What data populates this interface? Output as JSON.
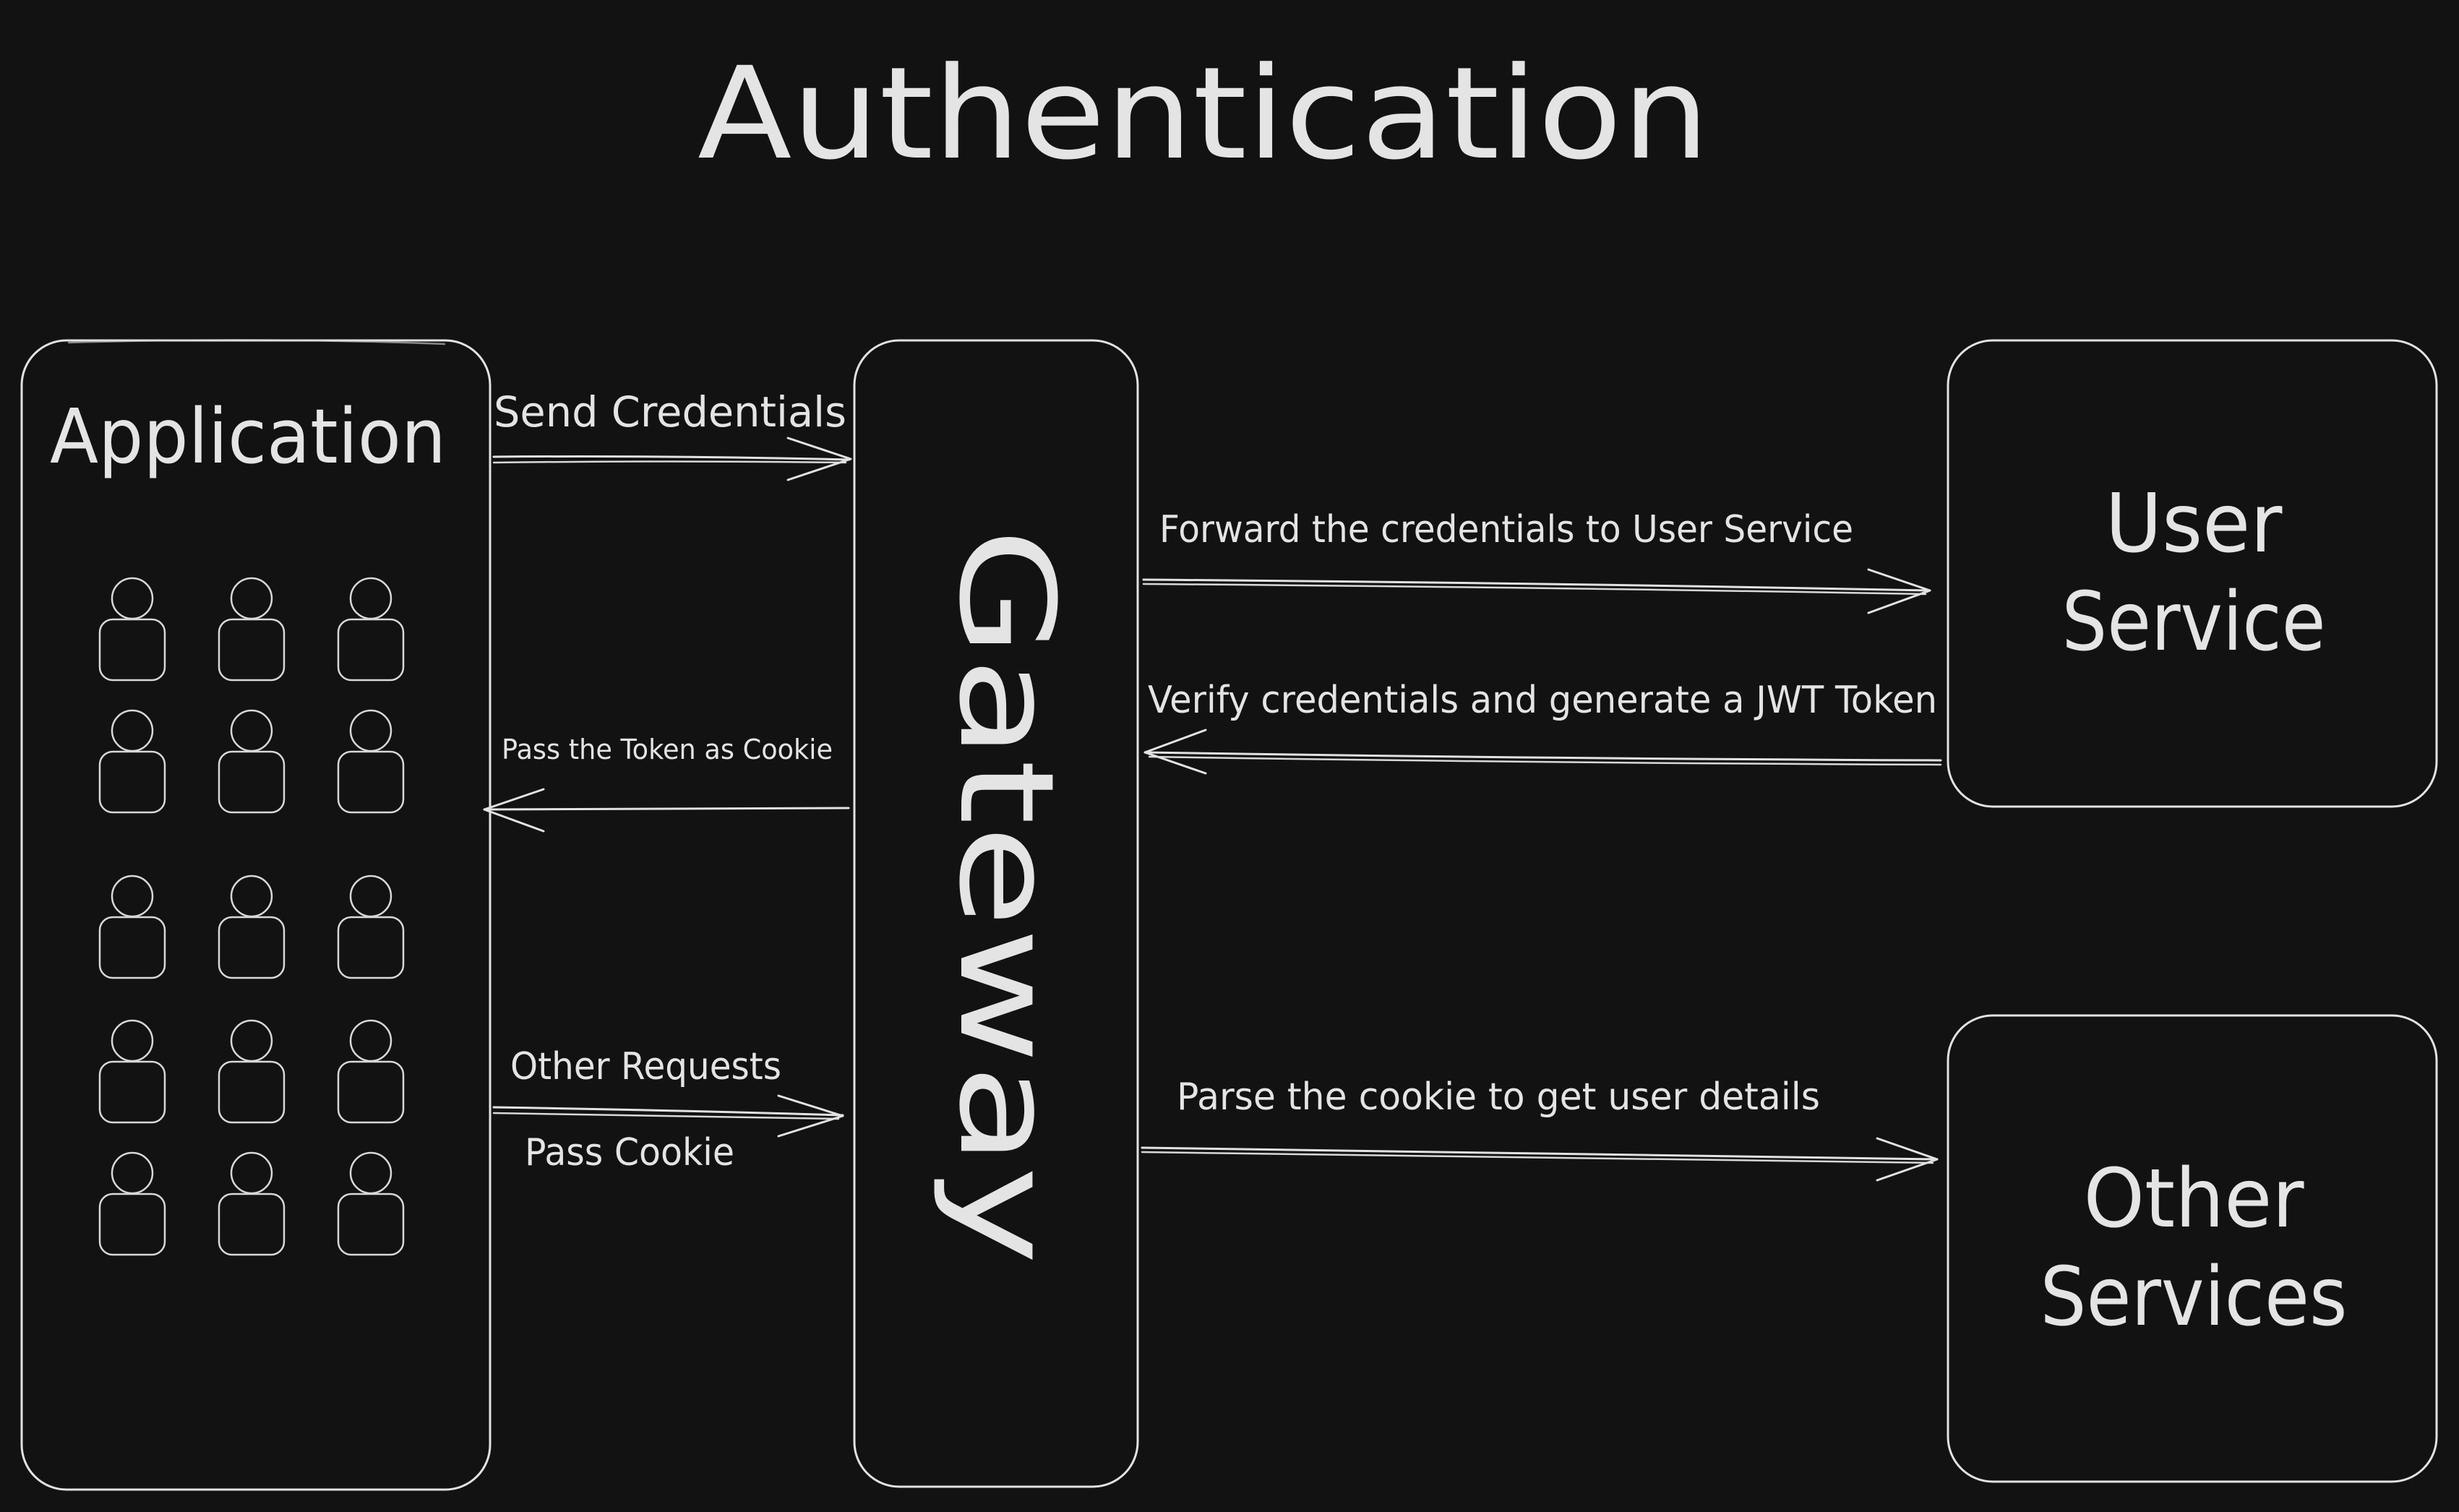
{
  "title": "Authentication",
  "nodes": {
    "application": {
      "label": "Application",
      "user_icon_count": 15
    },
    "gateway": {
      "label": "Gateway"
    },
    "user_service": {
      "label_line1": "User",
      "label_line2": "Service"
    },
    "other_services": {
      "label_line1": "Other",
      "label_line2": "Services"
    }
  },
  "edges": {
    "send_credentials": {
      "label": "Send Credentials",
      "from": "application",
      "to": "gateway"
    },
    "pass_token": {
      "label": "Pass the Token as Cookie",
      "from": "gateway",
      "to": "application"
    },
    "other_requests": {
      "label": "Other Requests",
      "sublabel": "Pass Cookie",
      "from": "application",
      "to": "gateway"
    },
    "forward_credentials": {
      "label": "Forward the credentials to User Service",
      "from": "gateway",
      "to": "user_service"
    },
    "verify_credentials": {
      "label": "Verify credentials and generate a JWT Token",
      "from": "user_service",
      "to": "gateway"
    },
    "parse_cookie": {
      "label": "Parse the cookie to get user details",
      "from": "gateway",
      "to": "other_services"
    }
  },
  "colors": {
    "background": "#121212",
    "stroke": "#e2e2e2",
    "text": "#e4e4e4"
  }
}
